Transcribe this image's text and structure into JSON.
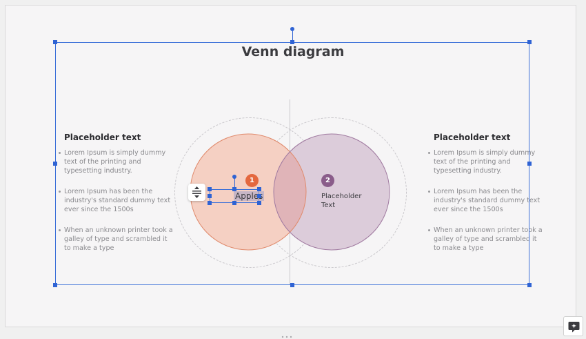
{
  "slide": {
    "title": "Venn diagram",
    "left_column": {
      "heading": "Placeholder text",
      "bullets": [
        "Lorem Ipsum is simply dummy text of the printing and typesetting industry.",
        "Lorem Ipsum has been the industry's standard dummy text ever since the 1500s",
        "When an unknown printer took a galley of type and scrambled it to make a type"
      ]
    },
    "right_column": {
      "heading": "Placeholder text",
      "bullets": [
        "Lorem Ipsum is simply dummy text of the printing and typesetting industry.",
        "Lorem Ipsum has been the industry's standard dummy text ever since the 1500s",
        "When an unknown printer took a galley of type and scrambled it to make a type"
      ]
    },
    "venn": {
      "left_badge": "1",
      "left_label": "Apples",
      "right_badge": "2",
      "right_label": "Placeholder Text"
    }
  },
  "colors": {
    "left_circle_fill": "#f5d0c3",
    "left_circle_border": "#e08a6c",
    "left_badge": "#e4683f",
    "right_circle_fill": "#dcccda",
    "right_circle_border": "#a07aa0",
    "right_badge": "#8a5c8a",
    "overlap_fill": "#e0b4b8",
    "selection": "#2f63d4"
  },
  "icons": {
    "spacing_button": "line-spacing-icon",
    "corner_button": "add-comment-icon"
  }
}
